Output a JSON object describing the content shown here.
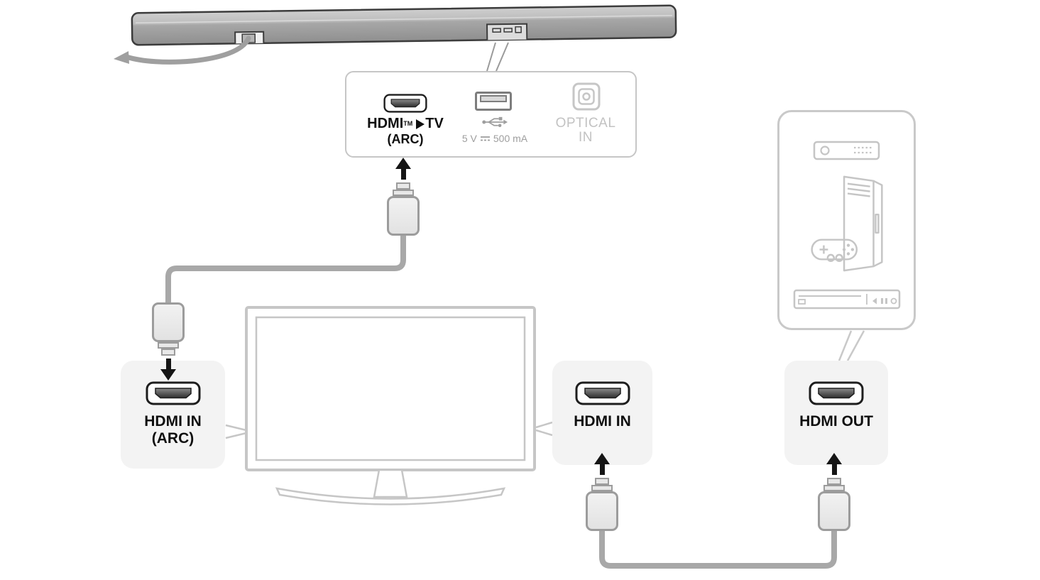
{
  "rear_panel": {
    "hdmi": {
      "port_icon": "hdmi-port",
      "brand": "HDMI",
      "tm": "TM",
      "arrow_icon": "right-triangle",
      "target": "TV",
      "sub": "(ARC)"
    },
    "usb": {
      "port_icon": "usb-port",
      "symbol_icon": "usb-trident",
      "volts": "5 V",
      "dc_icon": "dc-symbol",
      "current": "500 mA"
    },
    "optical": {
      "port_icon": "optical-port",
      "line1": "OPTICAL",
      "line2": "IN"
    }
  },
  "tv_ports": {
    "hdmi_in_arc": {
      "port_icon": "hdmi-port",
      "line1": "HDMI IN",
      "line2": "(ARC)"
    },
    "hdmi_in": {
      "port_icon": "hdmi-port",
      "label": "HDMI IN"
    }
  },
  "device_ports": {
    "hdmi_out": {
      "port_icon": "hdmi-port",
      "label": "HDMI OUT"
    }
  },
  "external_devices": {
    "icons": [
      "set-top-box",
      "game-console",
      "bluray-player"
    ]
  },
  "graphics": {
    "soundbar_icon": "soundbar-rear-view",
    "power_cable_icon": "power-cable",
    "tv_icon": "tv-outline",
    "cable_icon": "hdmi-cable"
  },
  "colors": {
    "label_dark": "#0f0f0f",
    "usb_text_gray": "#9e9e9e",
    "optical_text_gray": "#c2c2c2",
    "cable_gray": "#a8a8a8",
    "port_box_fill": "#f3f3f3",
    "outline_light_gray": "#c6c6c6",
    "soundbar_outline": "#3c3c3c"
  }
}
